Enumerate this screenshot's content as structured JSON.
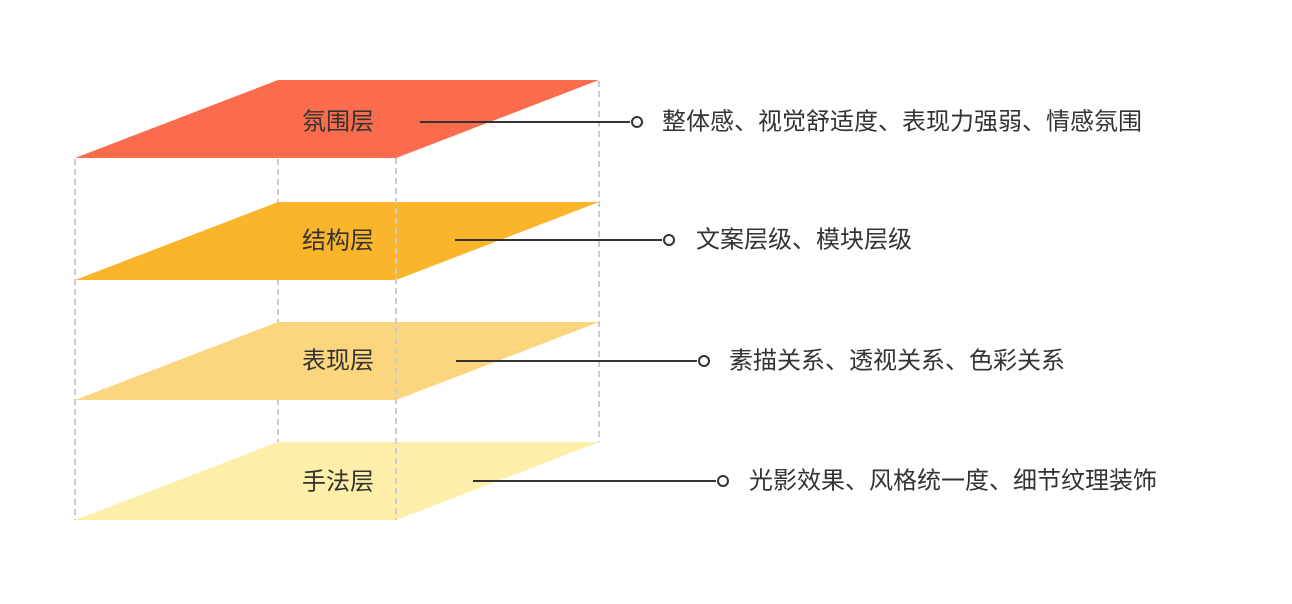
{
  "canvas": {
    "background": "#ffffff"
  },
  "palette": {
    "text": "#333333",
    "connector": "#333333",
    "guide_dash": "#cccccc",
    "endpoint_fill": "#ffffff"
  },
  "diagram": {
    "layers": [
      {
        "label": "氛围层",
        "description": "整体感、视觉舒适度、表现力强弱、情感氛围",
        "color": "#FA6C4D"
      },
      {
        "label": "结构层",
        "description": "文案层级、模块层级",
        "color": "#FBB52A"
      },
      {
        "label": "表现层",
        "description": "素描关系、透视关系、色彩关系",
        "color": "#FCD67F"
      },
      {
        "label": "手法层",
        "description": "光影效果、风格统一度、细节纹理装饰",
        "color": "#FDEFAA"
      }
    ]
  }
}
